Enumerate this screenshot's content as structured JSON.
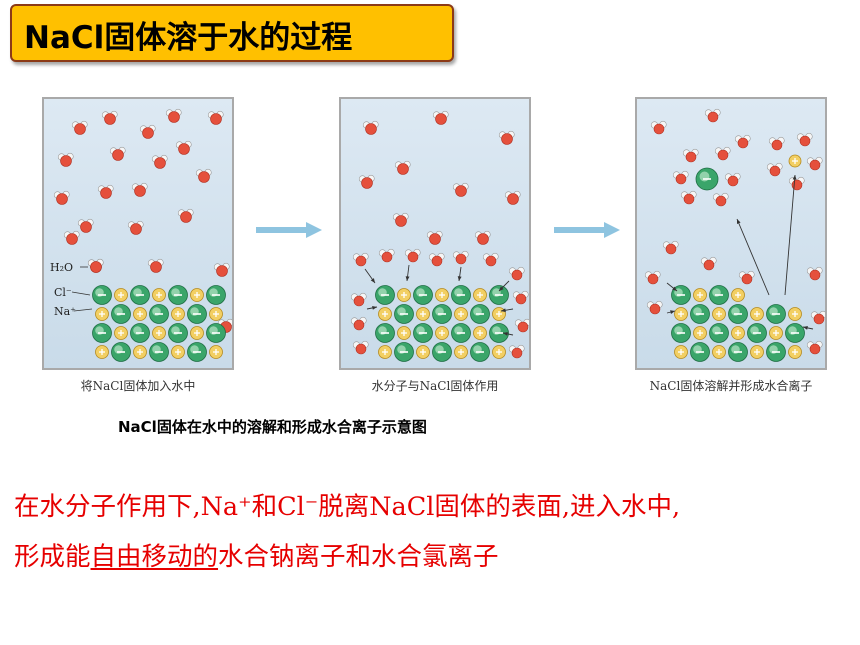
{
  "title": "NaCl固体溶于水的过程",
  "panels": [
    {
      "caption": "将NaCl固体加入水中"
    },
    {
      "caption": "水分子与NaCl固体作用"
    },
    {
      "caption": "NaCl固体溶解并形成水合离子"
    }
  ],
  "labels": {
    "water": "H₂O",
    "chloride": "Cl⁻",
    "sodium": "Na⁺"
  },
  "figure_caption": "NaCl固体在水中的溶解和形成水合离子示意图",
  "text": {
    "line1": "在水分子作用下,Na⁺和Cl⁻脱离NaCl固体的表面,进入水中,",
    "line2_before": "形成能",
    "line2_underlined": "自由移动的",
    "line2_after": "水合钠离子和水合氯离子"
  },
  "colors": {
    "title_bg": "#ffc000",
    "title_border": "#8c3a17",
    "text_red": "#e60000",
    "chloride": "#3aa56a",
    "sodium": "#f2cf63",
    "oxygen": "#e5503c",
    "hydrogen": "#f6f6f6",
    "arrow": "#8ec4e0"
  }
}
